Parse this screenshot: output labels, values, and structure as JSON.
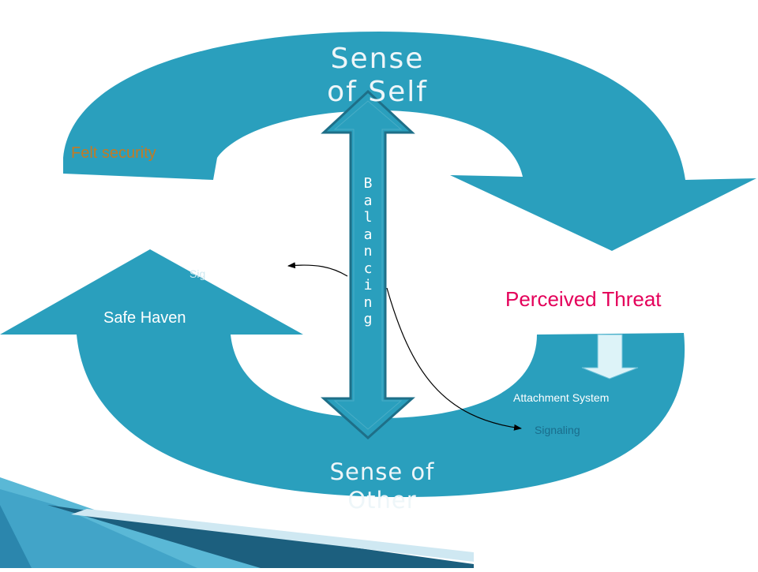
{
  "colors": {
    "teal": "#2a9fbd",
    "teal_dark": "#1e7f98",
    "felt_text": "#c57a22",
    "threat_text": "#e4005a",
    "pale_arrow": "#ddf3f8",
    "stripe_dark": "#134a63",
    "stripe_light": "#5ab8d6"
  },
  "diagram": {
    "title_top": "Sense of Self",
    "title_bottom": "Sense of Other",
    "felt_security": "Felt security",
    "perceived_threat": "Perceived Threat",
    "safe_haven": "Safe Haven",
    "attachment_system": "Attachment System",
    "signaling": "Signaling",
    "partial_label": "Sig",
    "balancing": [
      "B",
      "a",
      "l",
      "a",
      "n",
      "c",
      "i",
      "n",
      "g"
    ]
  }
}
